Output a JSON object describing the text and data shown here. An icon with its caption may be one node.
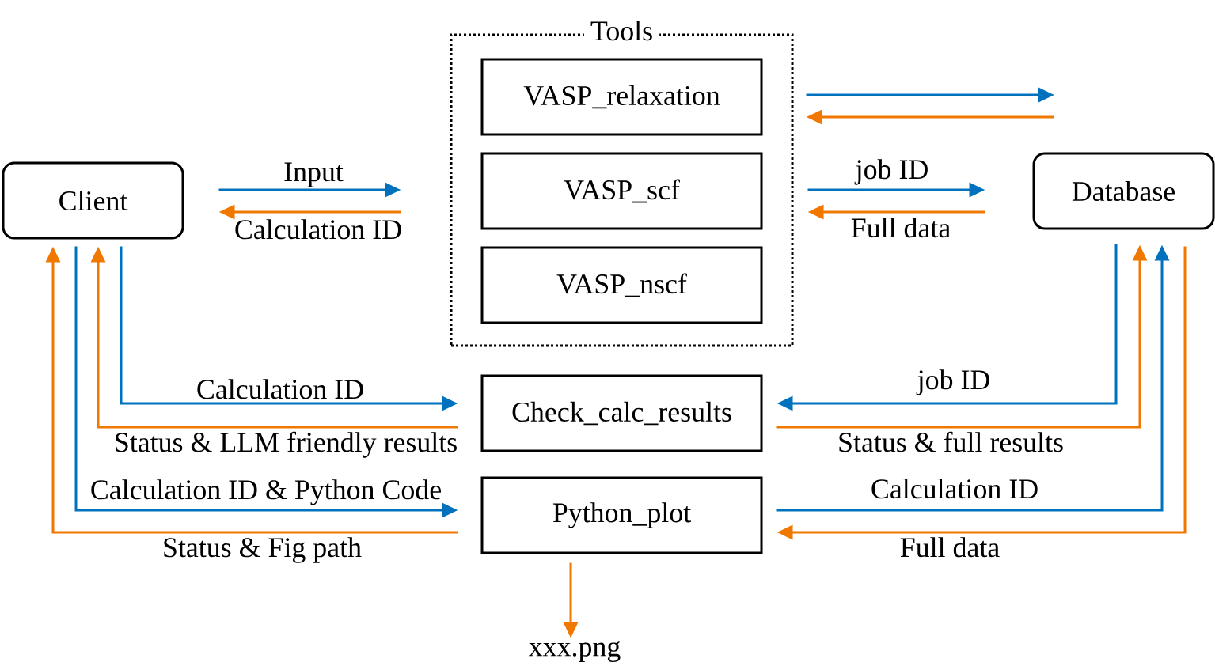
{
  "diagram": {
    "nodes": [
      {
        "text": [
          "Tools"
        ]
      },
      {
        "text": [
          "VASP_relaxation"
        ],
        "in": 0
      },
      {
        "text": [
          "VASP_scf"
        ],
        "in": 0
      },
      {
        "text": [
          "VASP_nscf"
        ],
        "in": 0
      },
      {
        "text": [
          "Client"
        ]
      },
      {
        "text": [
          "Database"
        ]
      },
      {
        "text": [
          "Check_calc_results"
        ]
      },
      {
        "text": [
          "Python_plot"
        ]
      },
      {
        "text": [
          "xxx.png"
        ]
      }
    ],
    "edges": [
      {
        "from": 0,
        "to": null,
        "arrow": "to",
        "color": "#0072bd"
      },
      {
        "from": null,
        "to": 0,
        "arrow": "to",
        "color": "#f07800"
      },
      {
        "from": 4,
        "to": 0,
        "arrow": "to",
        "label": "Input",
        "color": "#0072bd"
      },
      {
        "from": 0,
        "to": 4,
        "arrow": "to",
        "label": "Calculation ID",
        "color": "#f07800"
      },
      {
        "from": 0,
        "to": 5,
        "arrow": "to",
        "label": "job ID",
        "color": "#0072bd"
      },
      {
        "from": 5,
        "to": 0,
        "arrow": "to",
        "label": "Full data",
        "color": "#f07800"
      },
      {
        "from": 4,
        "to": 6,
        "arrow": "to",
        "label": "Calculation ID",
        "color": "#0072bd"
      },
      {
        "from": 6,
        "to": 4,
        "arrow": "to",
        "label": "Status & LLM friendly results",
        "color": "#f07800"
      },
      {
        "from": 5,
        "to": 6,
        "arrow": "to",
        "label": "job ID",
        "color": "#0072bd"
      },
      {
        "from": 6,
        "to": 5,
        "arrow": "to",
        "label": "Status & full results",
        "color": "#f07800"
      },
      {
        "from": 4,
        "to": 7,
        "arrow": "to",
        "label": "Calculation ID & Python Code",
        "color": "#0072bd"
      },
      {
        "from": 7,
        "to": 4,
        "arrow": "to",
        "label": "Status & Fig path",
        "color": "#f07800"
      },
      {
        "from": 7,
        "to": 5,
        "arrow": "to",
        "label": "Calculation ID",
        "color": "#0072bd"
      },
      {
        "from": 5,
        "to": 7,
        "arrow": "to",
        "label": "Full data",
        "color": "#f07800"
      },
      {
        "from": 7,
        "to": 8,
        "arrow": "to",
        "color": "#f07800"
      }
    ]
  }
}
